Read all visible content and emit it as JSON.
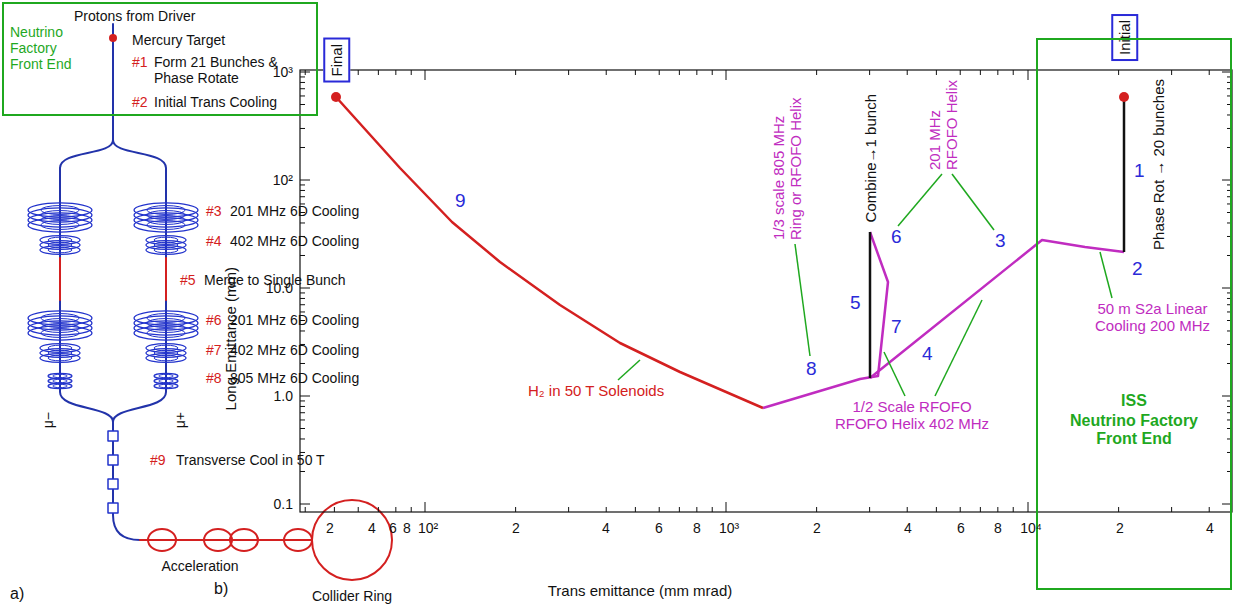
{
  "diagram": {
    "nodes": [
      {
        "text": [
          "Protons from Driver",
          "Neutrino Factory Front End",
          "Mercury Target",
          "#1",
          "Form 21 Bunches & Phase Rotate",
          "#2",
          "Initial Trans Cooling"
        ]
      },
      {
        "text": [
          "Final"
        ]
      },
      {
        "text": [
          "Initial"
        ]
      },
      {
        "text": [
          "ISS",
          "Neutrino Factory Front End"
        ]
      }
    ],
    "labels": [
      "#3",
      "201 MHz 6D Cooling",
      "#4",
      "402 MHz 6D Cooling",
      "#5",
      "Merge to Single Bunch",
      "#6",
      "201 MHz 6D Cooling",
      "#7",
      "402 MHz 6D Cooling",
      "#8",
      "805 MHz 6D Cooling",
      "μ−",
      "μ+",
      "#9",
      "Transverse Cool in 50 T",
      "Acceleration",
      "Collider Ring",
      "a)",
      "b)",
      "Long Emittance (mm)",
      "10³",
      "10²",
      "10.0",
      "1.0",
      "0.1",
      "2",
      "4",
      "6",
      "8",
      "10²",
      "2",
      "4",
      "6",
      "8",
      "10³",
      "2",
      "4",
      "6",
      "8",
      "10⁴",
      "2",
      "4",
      "Trans emittance (mm mrad)",
      "9",
      "H₂ in 50 T Solenoids",
      "8",
      "1/3 scale 805 MHz Ring or RFOFO Helix",
      "Combine→1 bunch",
      "5",
      "7",
      "6",
      "201 MHz RFOFO Helix",
      "3",
      "4",
      "1/2 Scale RFOFO RFOFO Helix 402 MHz",
      "2",
      "1",
      "Phase Rot → 20 bunches",
      "50 m S2a Linear Cooling 200 MHz"
    ]
  }
}
